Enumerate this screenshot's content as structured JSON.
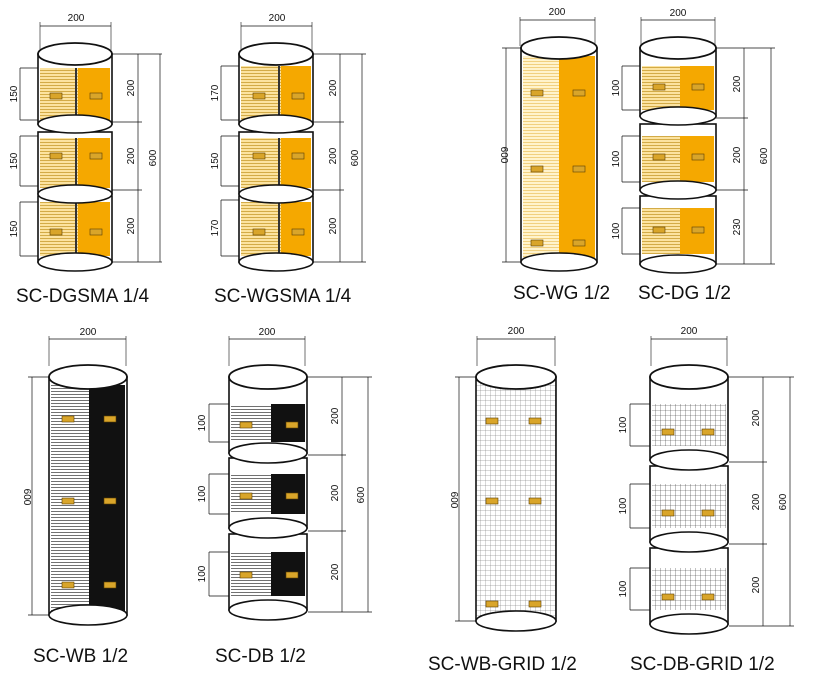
{
  "colors": {
    "band_yellow": "#F5A800",
    "dark_band": "#111111",
    "gauge": "#D9A52A",
    "line": "#111111",
    "paper": "#FFFFFF"
  },
  "specimens": [
    {
      "id": "dgsma",
      "caption": "SC-DGSMA 1/4",
      "diameter": "200",
      "seg_heights": [
        "200",
        "200",
        "200"
      ],
      "total": "600",
      "band_heights": [
        "150",
        "150",
        "150"
      ],
      "type": "segmented"
    },
    {
      "id": "wgsma",
      "caption": "SC-WGSMA 1/4",
      "diameter": "200",
      "seg_heights": [
        "200",
        "200",
        "200"
      ],
      "total": "600",
      "band_heights": [
        "170",
        "150",
        "170"
      ],
      "type": "segmented"
    },
    {
      "id": "wg",
      "caption": "SC-WG 1/2",
      "diameter": "200",
      "total": "600",
      "type": "full"
    },
    {
      "id": "dg",
      "caption": "SC-DG 1/2",
      "diameter": "200",
      "seg_heights": [
        "200",
        "200",
        "230"
      ],
      "total": "600",
      "band_heights": [
        "100",
        "100",
        "100"
      ],
      "type": "segmented"
    },
    {
      "id": "wb",
      "caption": "SC-WB 1/2",
      "diameter": "200",
      "total": "600",
      "type": "full"
    },
    {
      "id": "db",
      "caption": "SC-DB 1/2",
      "diameter": "200",
      "seg_heights": [
        "200",
        "200",
        "200"
      ],
      "total": "600",
      "band_heights": [
        "100",
        "100",
        "100"
      ],
      "type": "segmented"
    },
    {
      "id": "wbgrid",
      "caption": "SC-WB-GRID 1/2",
      "diameter": "200",
      "total": "600",
      "type": "full"
    },
    {
      "id": "dbgrid",
      "caption": "SC-DB-GRID 1/2",
      "diameter": "200",
      "seg_heights": [
        "200",
        "200",
        "200"
      ],
      "total": "600",
      "band_heights": [
        "100",
        "100",
        "100"
      ],
      "type": "segmented"
    }
  ]
}
